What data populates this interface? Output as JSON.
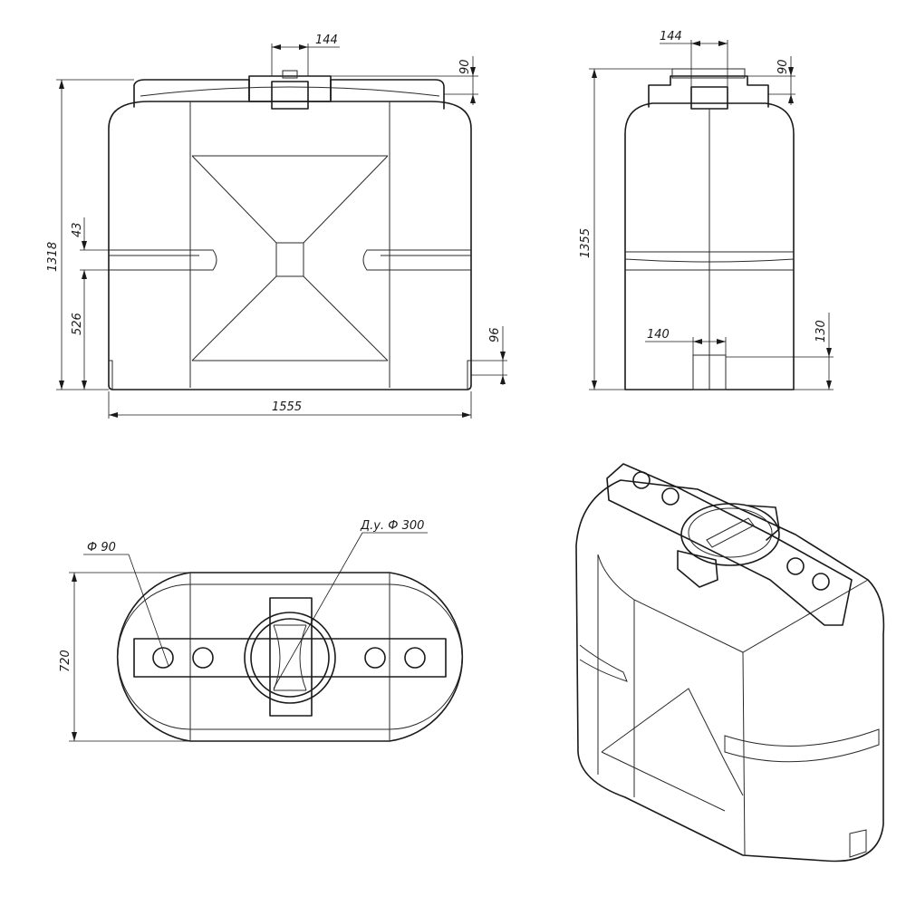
{
  "colors": {
    "line": "#1a1a1a",
    "background": "#ffffff"
  },
  "front_view": {
    "width_label": "1555",
    "height_label": "1318",
    "neck_width_label": "144",
    "neck_height_label": "90",
    "groove_height_label": "43",
    "groove_elevation_label": "526",
    "base_height_label": "96"
  },
  "side_view": {
    "height_label": "1355",
    "neck_width_label": "144",
    "neck_height_label": "90",
    "outlet_width_label": "140",
    "outlet_height_label": "130"
  },
  "top_view": {
    "depth_label": "720",
    "hole_label": "Ф 90",
    "hatch_label": "Д.у. Ф 300"
  }
}
